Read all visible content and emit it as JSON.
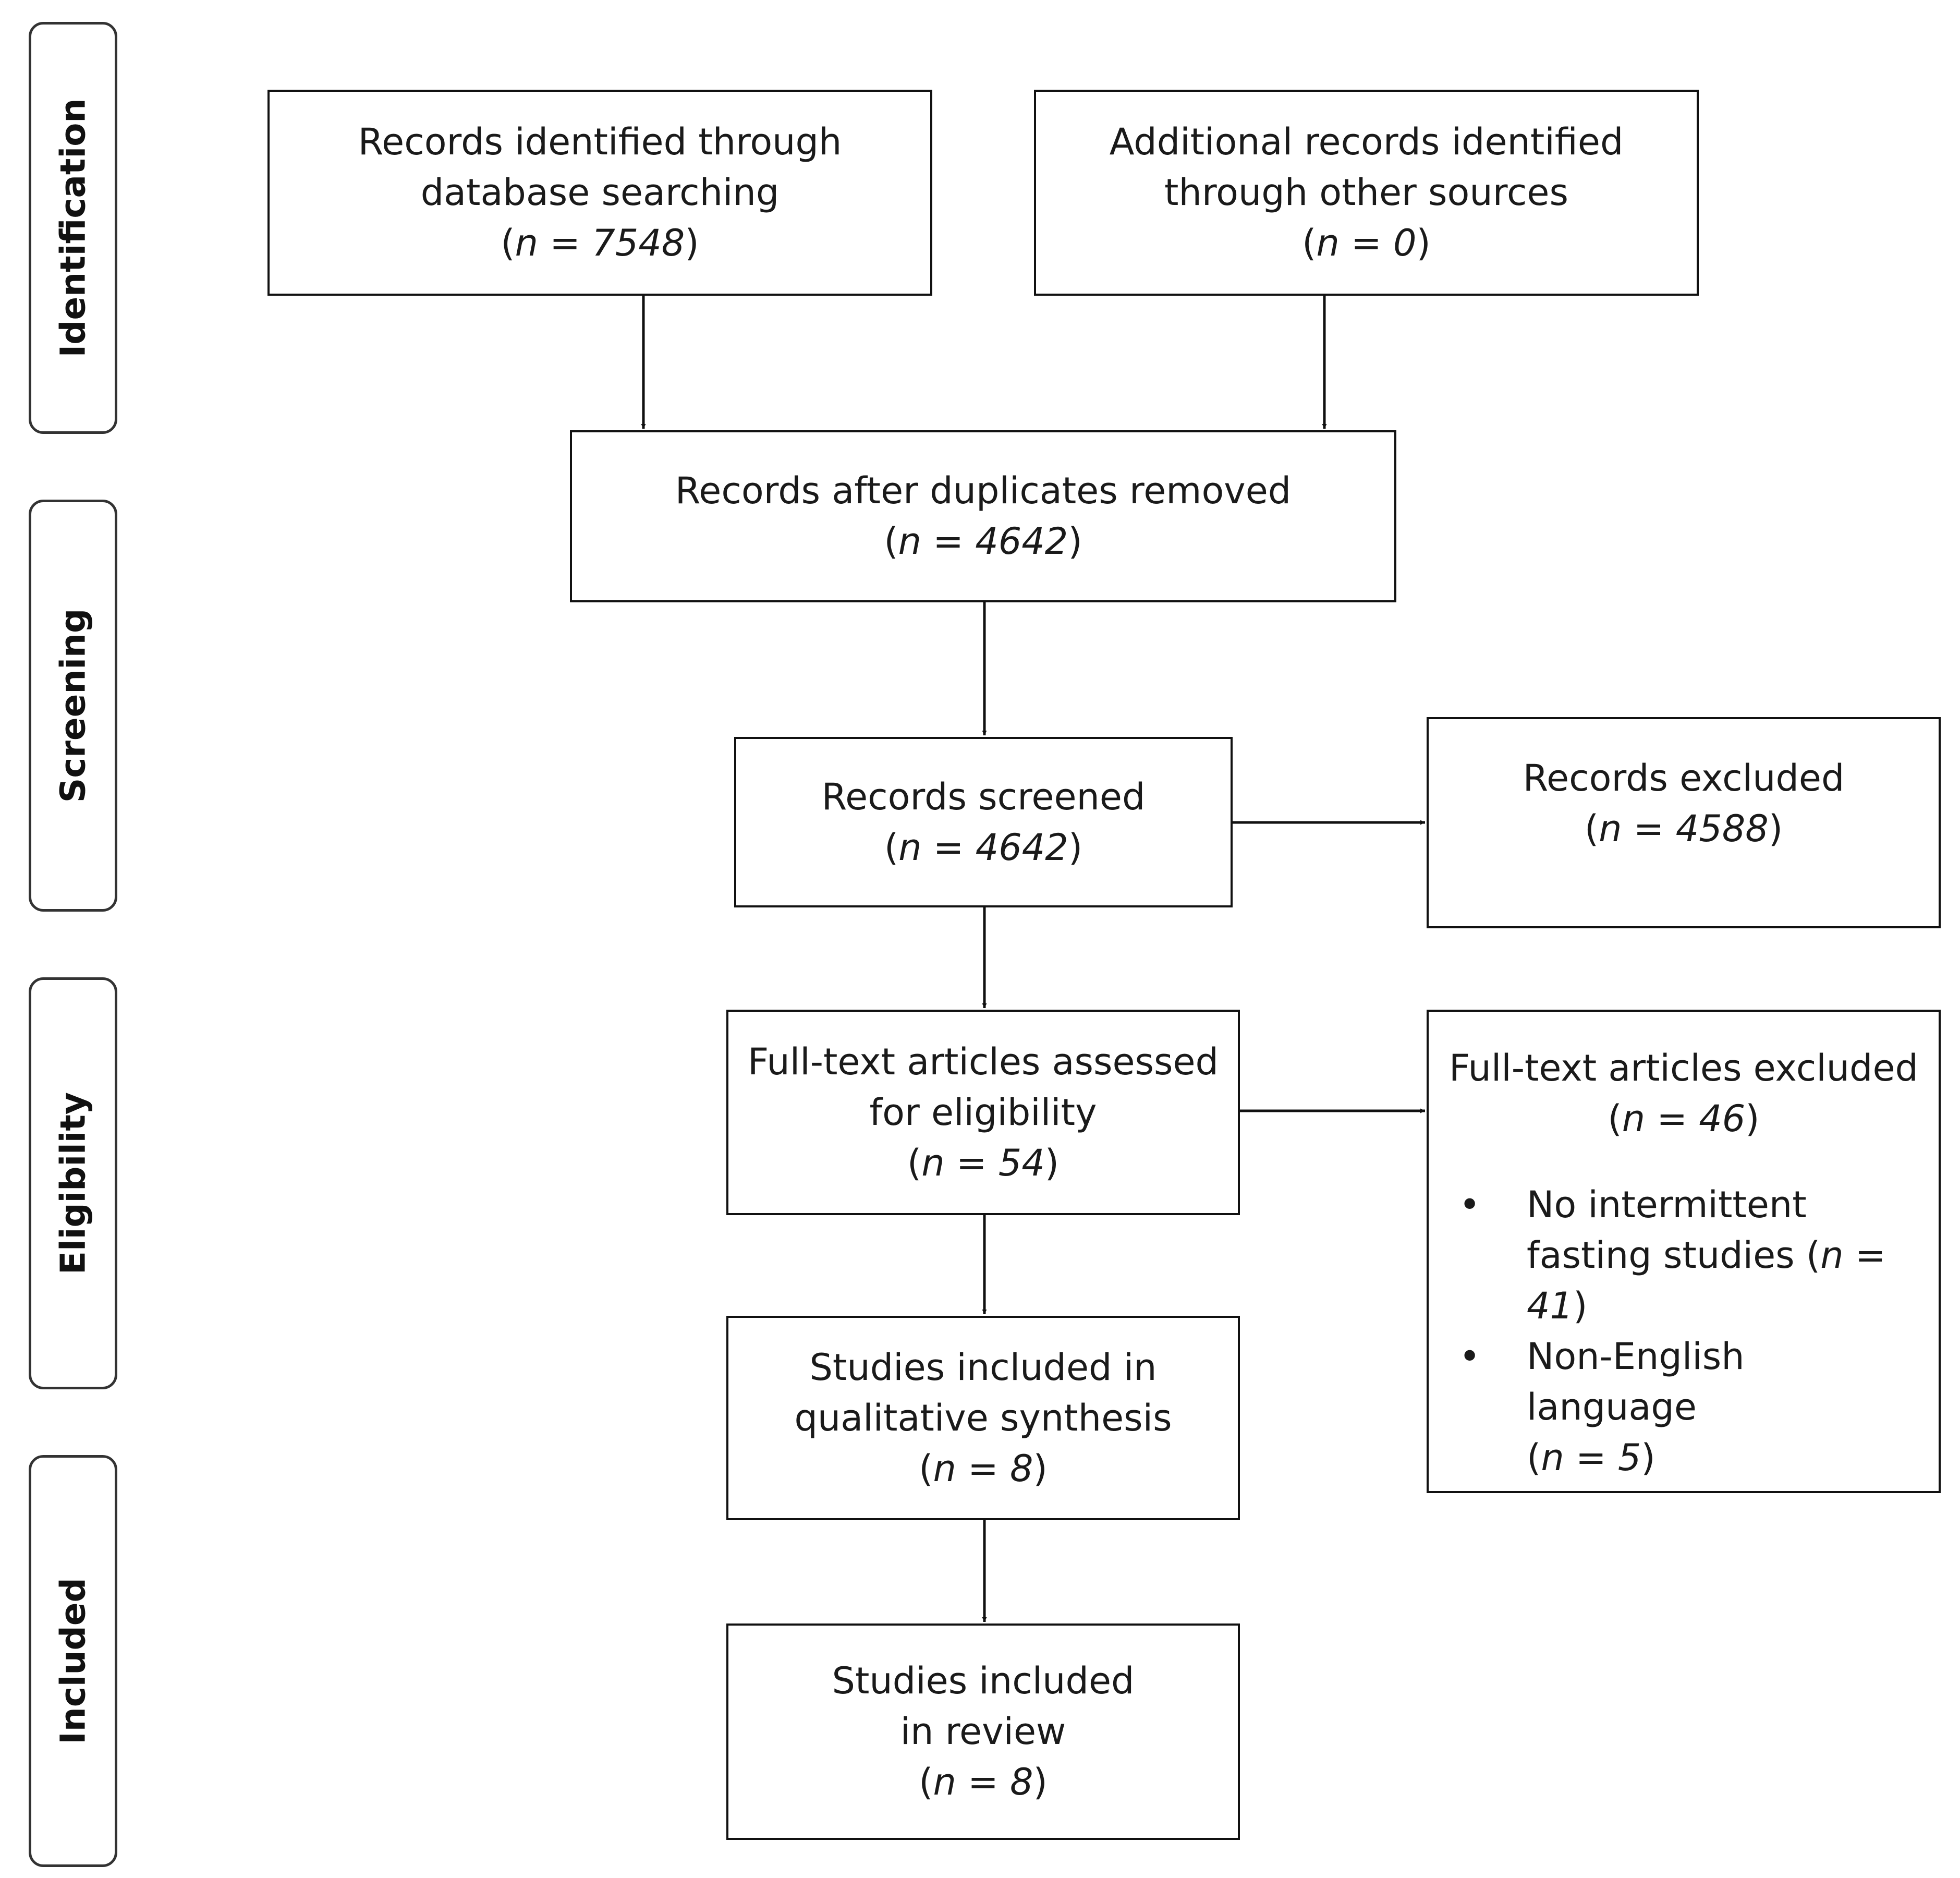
{
  "phases": [
    {
      "label": "Identification"
    },
    {
      "label": "Screening"
    },
    {
      "label": "Eligibility"
    },
    {
      "label": "Included"
    }
  ],
  "boxes": {
    "database": {
      "line1": "Records identified through",
      "line2": "database searching",
      "n": "7548"
    },
    "other": {
      "line1": "Additional records identified",
      "line2": "through other sources",
      "n": "0"
    },
    "duplicates": {
      "line1": "Records after duplicates removed",
      "n": "4642"
    },
    "screened": {
      "line1": "Records screened",
      "n": "4642"
    },
    "excluded": {
      "line1": "Records excluded",
      "n": "4588"
    },
    "fulltext": {
      "line1": "Full-text articles assessed",
      "line2": "for eligibility",
      "n": "54"
    },
    "fulltext_excluded": {
      "line1": "Full-text articles excluded",
      "n": "46",
      "reasons": [
        {
          "line1": "No intermittent",
          "line2": "fasting studies",
          "n": "41"
        },
        {
          "line1": "Non-English language",
          "n": "5"
        }
      ]
    },
    "qualitative": {
      "line1": "Studies included in",
      "line2": "qualitative synthesis",
      "n": "8"
    },
    "review": {
      "line1": "Studies included",
      "line2": "in review",
      "n": "8"
    }
  },
  "labels": {
    "n_prefix": "n",
    "equals": " = ",
    "bullet": "•"
  }
}
